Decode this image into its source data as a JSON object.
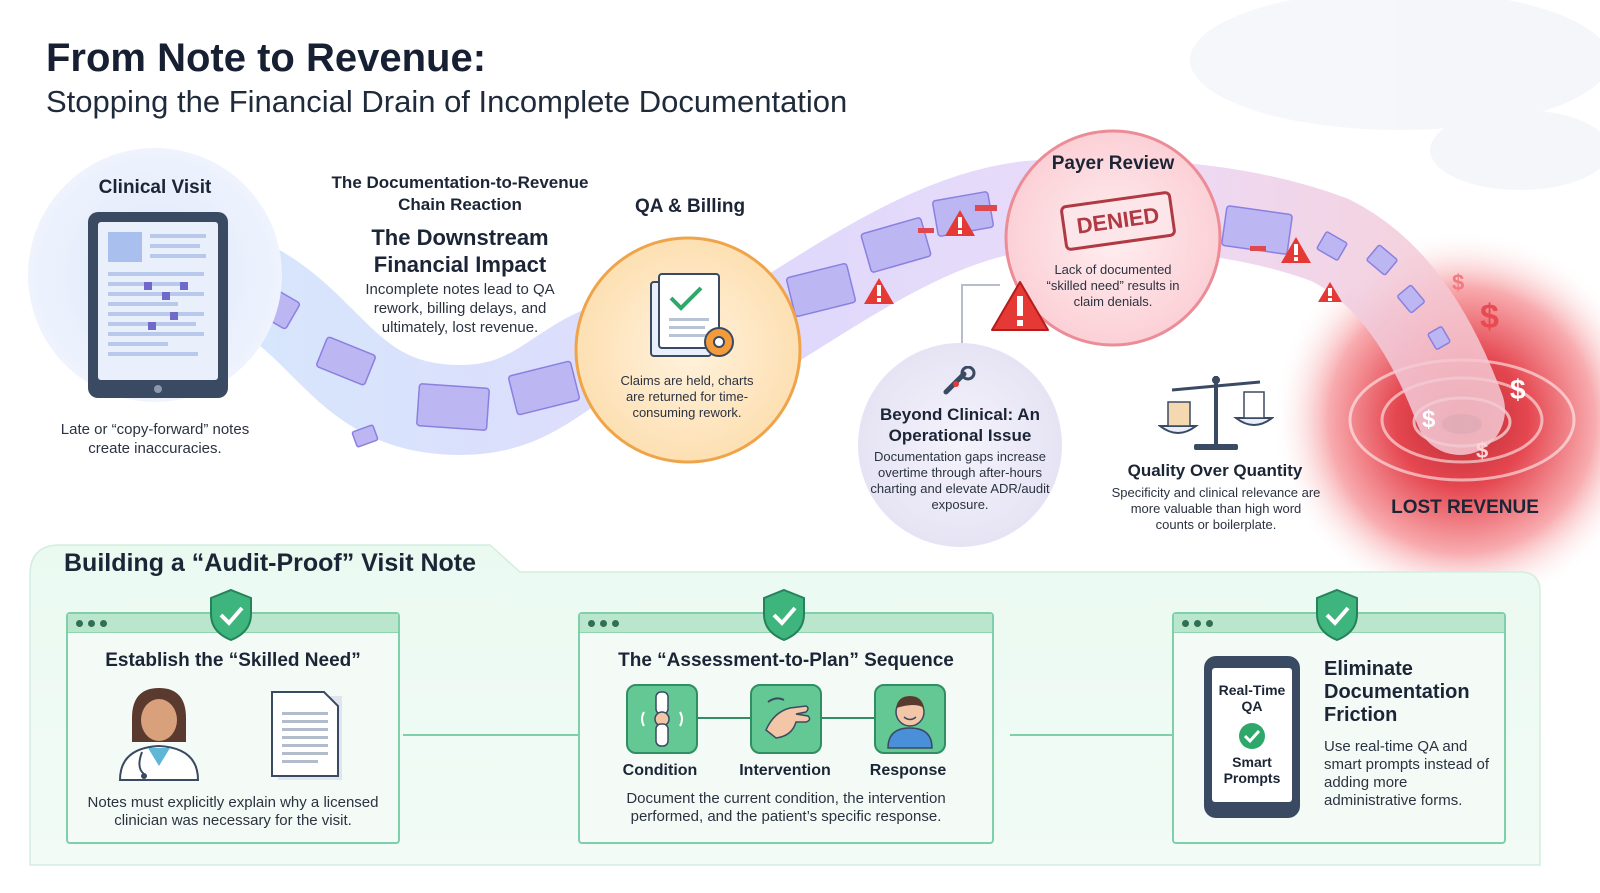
{
  "header": {
    "title": "From Note to Revenue:",
    "subtitle": "Stopping the Financial Drain of Incomplete Documentation"
  },
  "flow": {
    "clinical_visit": {
      "title": "Clinical Visit",
      "caption": "Late or “copy-forward” notes create inaccuracies."
    },
    "chain_reaction": {
      "kicker": "The Documentation-to-Revenue Chain Reaction",
      "title": "The Downstream Financial Impact",
      "body": "Incomplete notes lead to QA rework, billing delays, and ultimately, lost revenue."
    },
    "qa_billing": {
      "title": "QA & Billing",
      "body": "Claims are held, charts are returned for time-consuming rework."
    },
    "payer_review": {
      "title": "Payer Review",
      "stamp": "DENIED",
      "body": "Lack of documented “skilled need” results in claim denials."
    },
    "operational": {
      "title": "Beyond Clinical: An Operational Issue",
      "body": "Documentation gaps increase overtime through after-hours charting and elevate ADR/audit exposure."
    },
    "quality": {
      "title": "Quality Over Quantity",
      "body": "Specificity and clinical relevance are more valuable than high word counts or boilerplate."
    },
    "lost_revenue": {
      "label": "LOST REVENUE",
      "symbol": "$"
    }
  },
  "bottom": {
    "title": "Building a “Audit-Proof” Visit Note",
    "panels": [
      {
        "title": "Establish the “Skilled Need”",
        "body": "Notes must explicitly explain why a licensed clinician was necessary for the visit."
      },
      {
        "title": "The “Assessment-to-Plan” Sequence",
        "steps": [
          "Condition",
          "Intervention",
          "Response"
        ],
        "body": "Document the current condition, the intervention performed, and the patient’s specific response."
      },
      {
        "title": "Eliminate Documentation Friction",
        "phone_top": "Real-Time QA",
        "phone_bottom": "Smart Prompts",
        "body": "Use real-time QA and smart prompts instead of adding more administrative forms."
      }
    ]
  },
  "colors": {
    "accent_green": "#63c894",
    "warning_red": "#e53935",
    "qa_orange": "#f4a84a",
    "flow_purple": "#9b8fe6",
    "text_dark": "#172033"
  },
  "icons": [
    "tablet-icon",
    "document-check-icon",
    "gear-icon",
    "denied-stamp-icon",
    "warning-icon",
    "wrench-icon",
    "scale-icon",
    "dollar-icon",
    "shield-check-icon",
    "clinician-icon",
    "document-icon",
    "knee-icon",
    "hand-icon",
    "patient-icon",
    "phone-icon",
    "check-icon"
  ]
}
